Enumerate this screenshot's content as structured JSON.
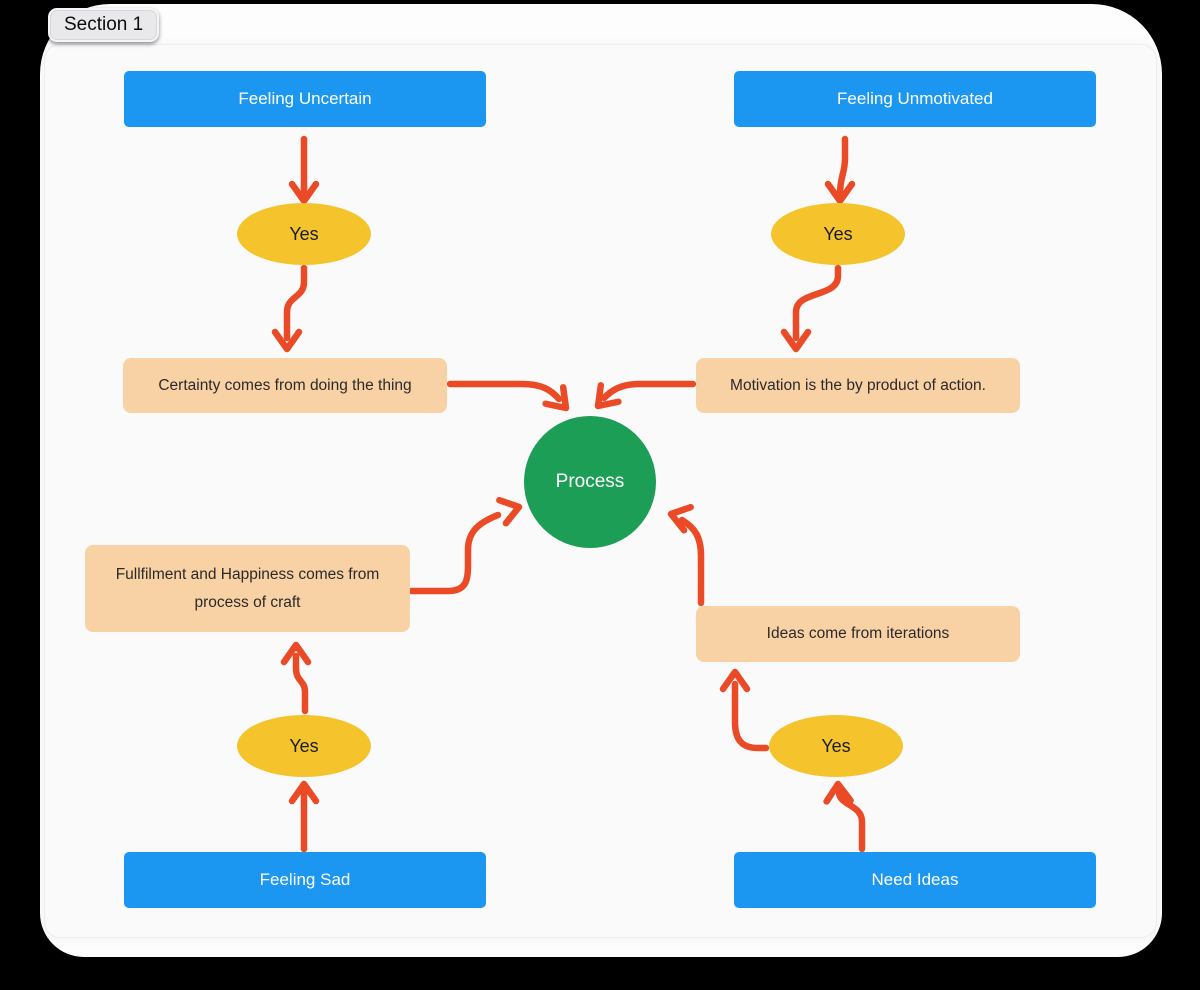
{
  "tab": {
    "label": "Section 1"
  },
  "colors": {
    "node_blue": "#1B96F1",
    "node_yellow": "#F5C42D",
    "node_peach": "#F8D2A4",
    "node_green": "#1C9E56",
    "arrow_red": "#EB4A27",
    "section_bg": "#FAFAFA",
    "page_bg": "#FDFDFD",
    "tab_bg": "#E9E9EB"
  },
  "nodes": {
    "feeling_uncertain": {
      "label": "Feeling Uncertain",
      "shape": "rectangle",
      "color": "blue"
    },
    "feeling_unmotivated": {
      "label": "Feeling Unmotivated",
      "shape": "rectangle",
      "color": "blue"
    },
    "yes_uncertain": {
      "label": "Yes",
      "shape": "ellipse",
      "color": "yellow"
    },
    "yes_unmotivated": {
      "label": "Yes",
      "shape": "ellipse",
      "color": "yellow"
    },
    "certainty": {
      "label": "Certainty comes from doing the thing",
      "shape": "rectangle",
      "color": "peach"
    },
    "motivation": {
      "label": "Motivation is the by product of action.",
      "shape": "rectangle",
      "color": "peach"
    },
    "process": {
      "label": "Process",
      "shape": "circle",
      "color": "green"
    },
    "fullfilment": {
      "label": "Fullfilment and Happiness comes from process of craft",
      "shape": "rectangle",
      "color": "peach"
    },
    "ideas": {
      "label": "Ideas come from iterations",
      "shape": "rectangle",
      "color": "peach"
    },
    "yes_sad": {
      "label": "Yes",
      "shape": "ellipse",
      "color": "yellow"
    },
    "yes_need_ideas": {
      "label": "Yes",
      "shape": "ellipse",
      "color": "yellow"
    },
    "feeling_sad": {
      "label": "Feeling Sad",
      "shape": "rectangle",
      "color": "blue"
    },
    "need_ideas": {
      "label": "Need Ideas",
      "shape": "rectangle",
      "color": "blue"
    }
  },
  "connectors": [
    {
      "from": "feeling_uncertain",
      "to": "yes_uncertain"
    },
    {
      "from": "yes_uncertain",
      "to": "certainty"
    },
    {
      "from": "certainty",
      "to": "process"
    },
    {
      "from": "feeling_unmotivated",
      "to": "yes_unmotivated"
    },
    {
      "from": "yes_unmotivated",
      "to": "motivation"
    },
    {
      "from": "motivation",
      "to": "process"
    },
    {
      "from": "fullfilment",
      "to": "process"
    },
    {
      "from": "ideas",
      "to": "process"
    },
    {
      "from": "feeling_sad",
      "to": "yes_sad"
    },
    {
      "from": "yes_sad",
      "to": "fullfilment"
    },
    {
      "from": "need_ideas",
      "to": "yes_need_ideas"
    },
    {
      "from": "yes_need_ideas",
      "to": "ideas"
    }
  ]
}
